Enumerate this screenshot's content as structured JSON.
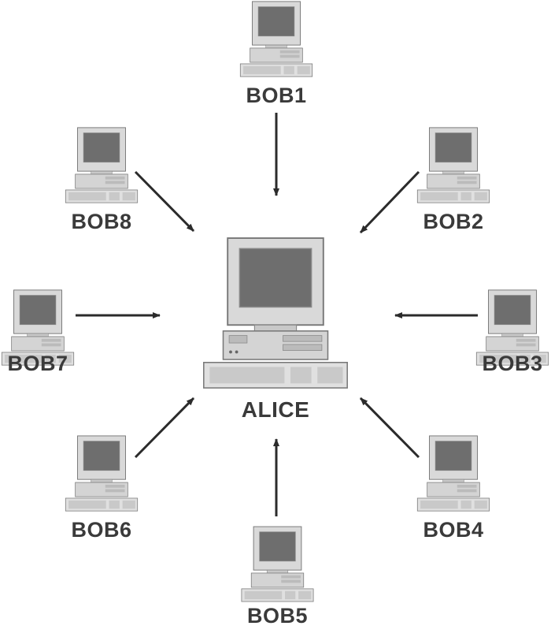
{
  "center": {
    "label": "ALICE",
    "icon": "desktop-computer-icon"
  },
  "peers": [
    {
      "label": "BOB1",
      "icon": "desktop-computer-icon"
    },
    {
      "label": "BOB2",
      "icon": "desktop-computer-icon"
    },
    {
      "label": "BOB3",
      "icon": "desktop-computer-icon"
    },
    {
      "label": "BOB4",
      "icon": "desktop-computer-icon"
    },
    {
      "label": "BOB5",
      "icon": "desktop-computer-icon"
    },
    {
      "label": "BOB6",
      "icon": "desktop-computer-icon"
    },
    {
      "label": "BOB7",
      "icon": "desktop-computer-icon"
    },
    {
      "label": "BOB8",
      "icon": "desktop-computer-icon"
    }
  ],
  "colors": {
    "arrow": "#2b2b2b",
    "label": "#3a3a3a",
    "case": "#d9d9d9",
    "screen": "#6e6e6e"
  }
}
